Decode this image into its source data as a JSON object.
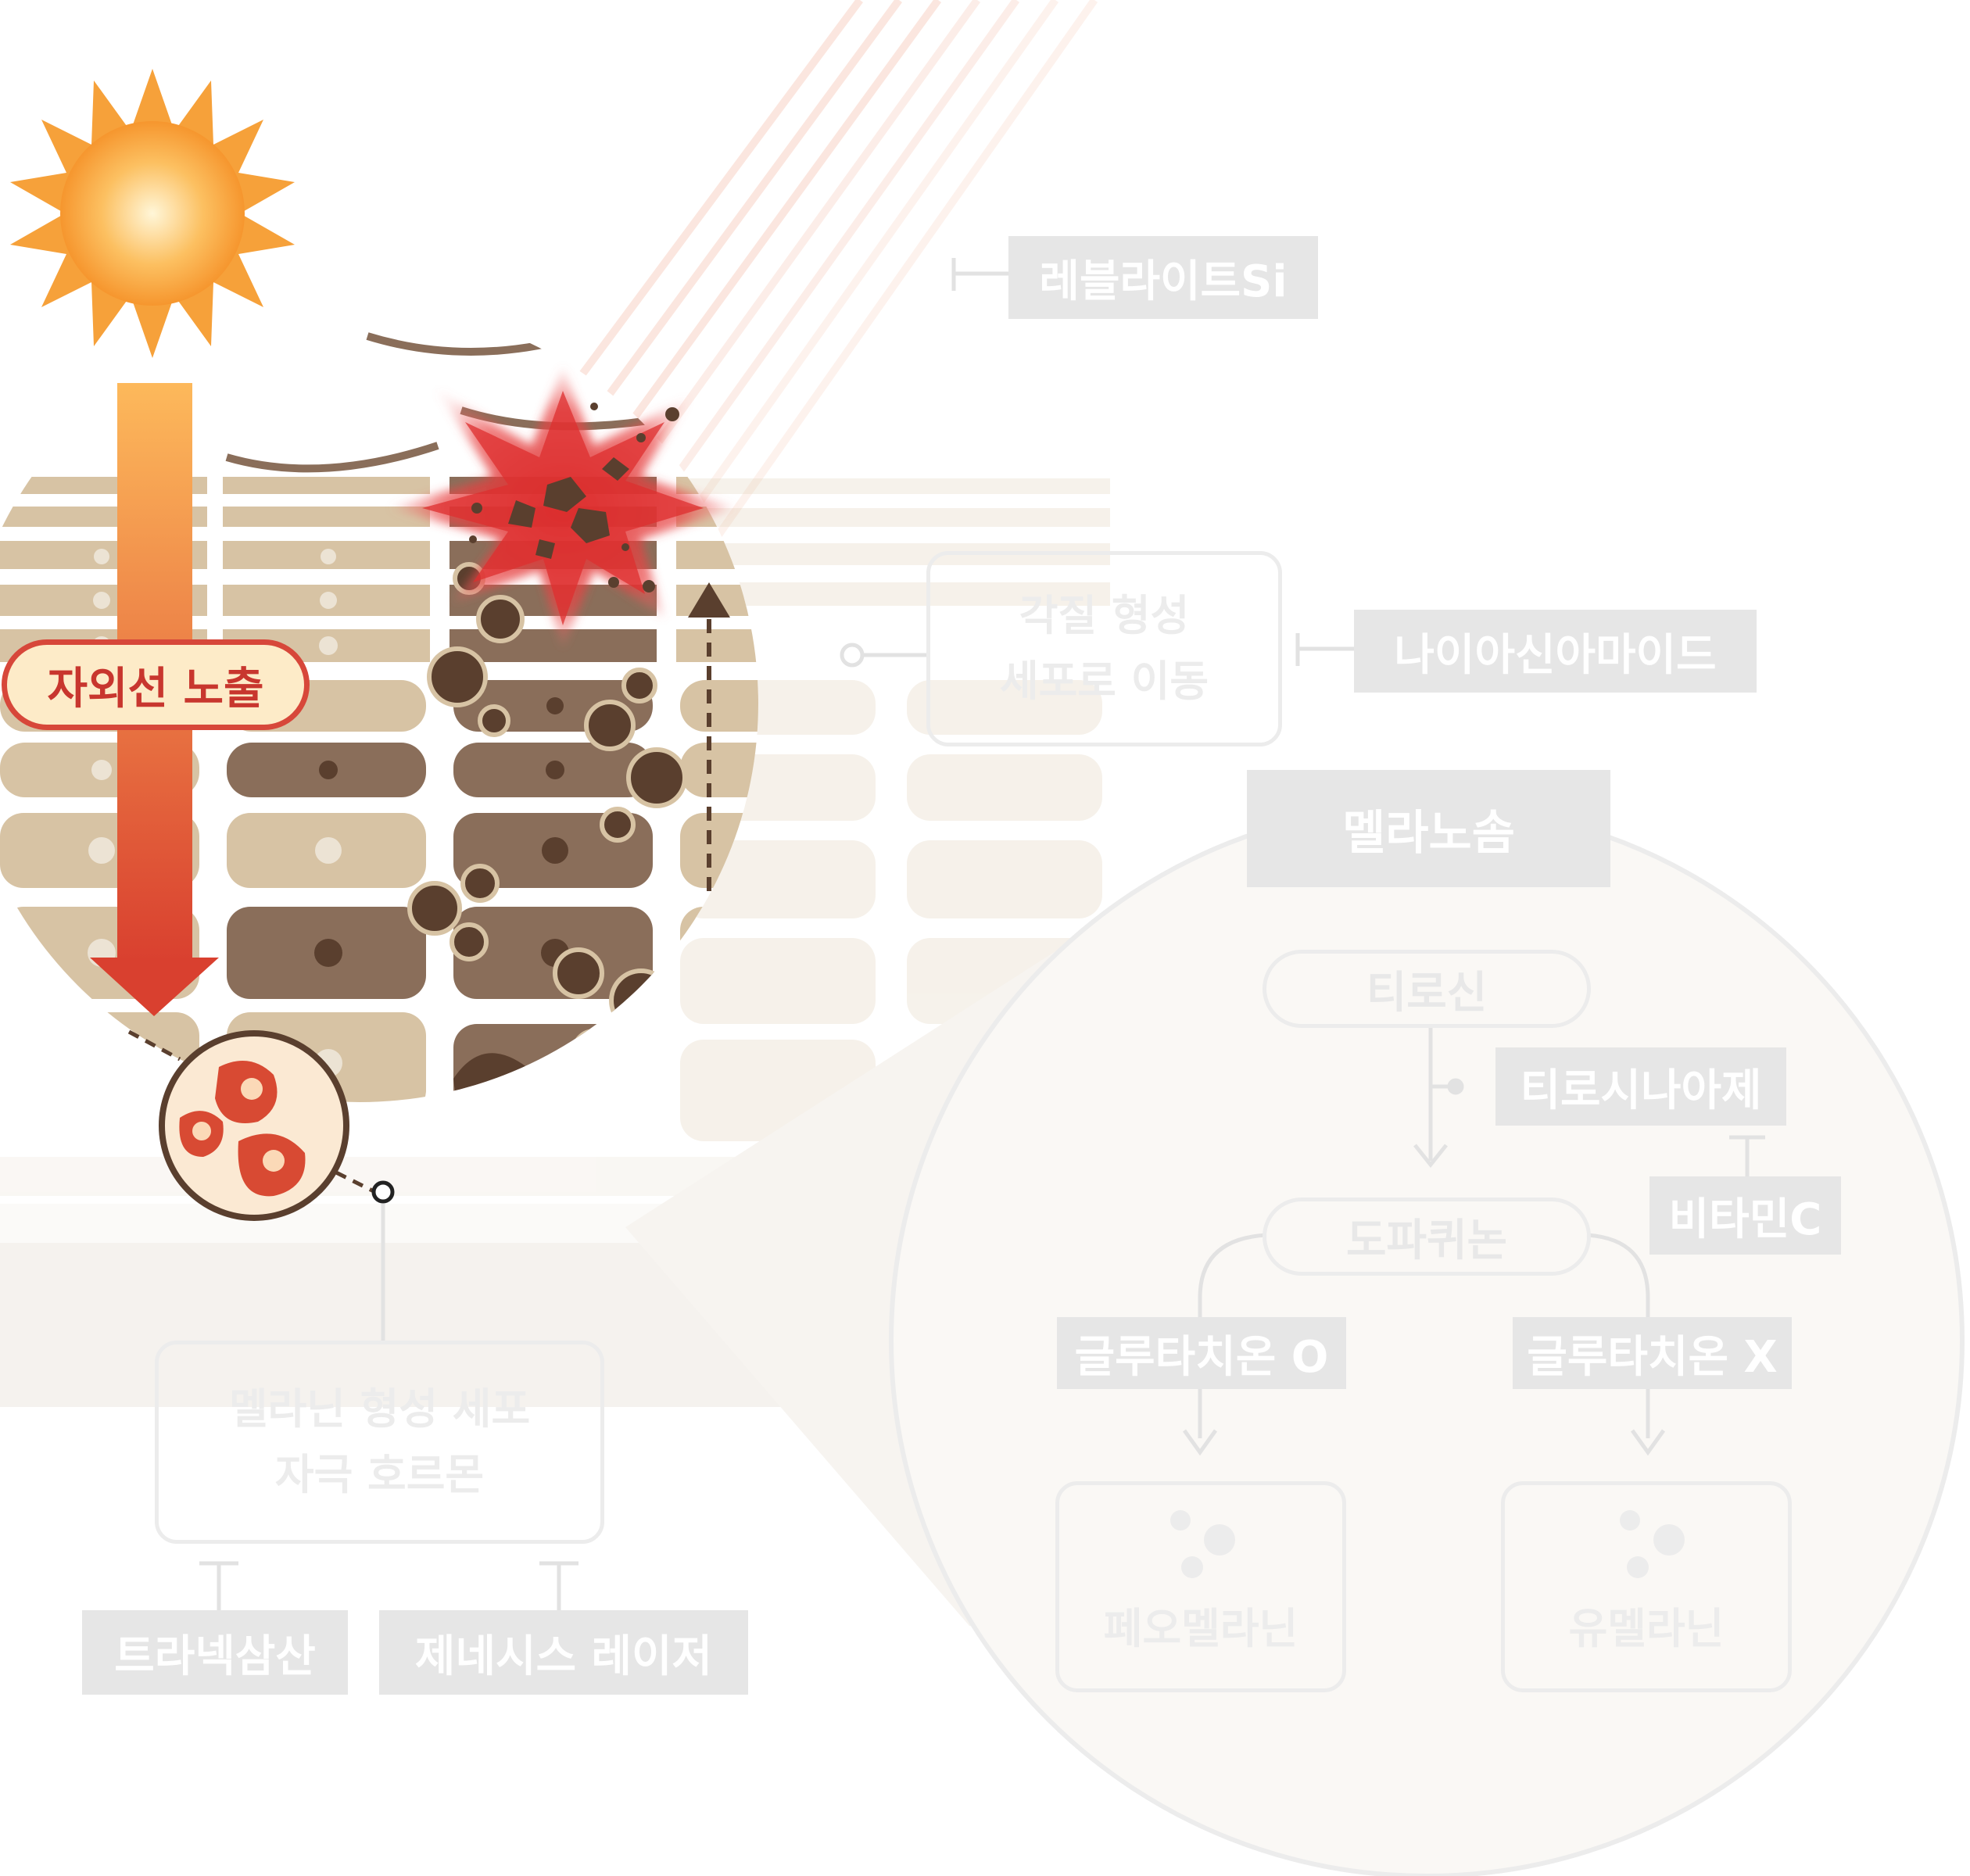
{
  "title_labels": {
    "uv_exposure": "자외선 노출",
    "laser_reblite": "레블라이트Si",
    "niacinamide": "나이아신아마이드",
    "keratin_move": [
      "각질 형성",
      "세포로 이동"
    ],
    "melanosome": "멜라노솜",
    "tyrosine": "티로신",
    "tyrosinase_inhibitor": "티로시나아제",
    "vitamin_c": "비타민C",
    "dopaquinone": "도파퀴논",
    "glutathione_o": "글루타치온 O",
    "glutathione_x": "글루타치온 X",
    "pheomelanin": "페오멜라닌",
    "eumelanin": "유멜라닌",
    "melanocyte_hormone": [
      "멜라닌 형성 세포",
      "자극 호르몬"
    ],
    "tranexamic_acid": "트라넥삼산",
    "genesis_laser": "제네시스 레이저"
  },
  "colors": {
    "sun_orange": "#f9a63b",
    "uv_red": "#d7473a",
    "melanin_dark": "#5a3f2e",
    "skin_tan": "#d7c3a4",
    "faded_gray": "#e6e6e6"
  },
  "icons": [
    "sun-icon",
    "uv-arrow-icon",
    "burst-icon",
    "melanin-granule-icon",
    "red-cell-icon"
  ]
}
